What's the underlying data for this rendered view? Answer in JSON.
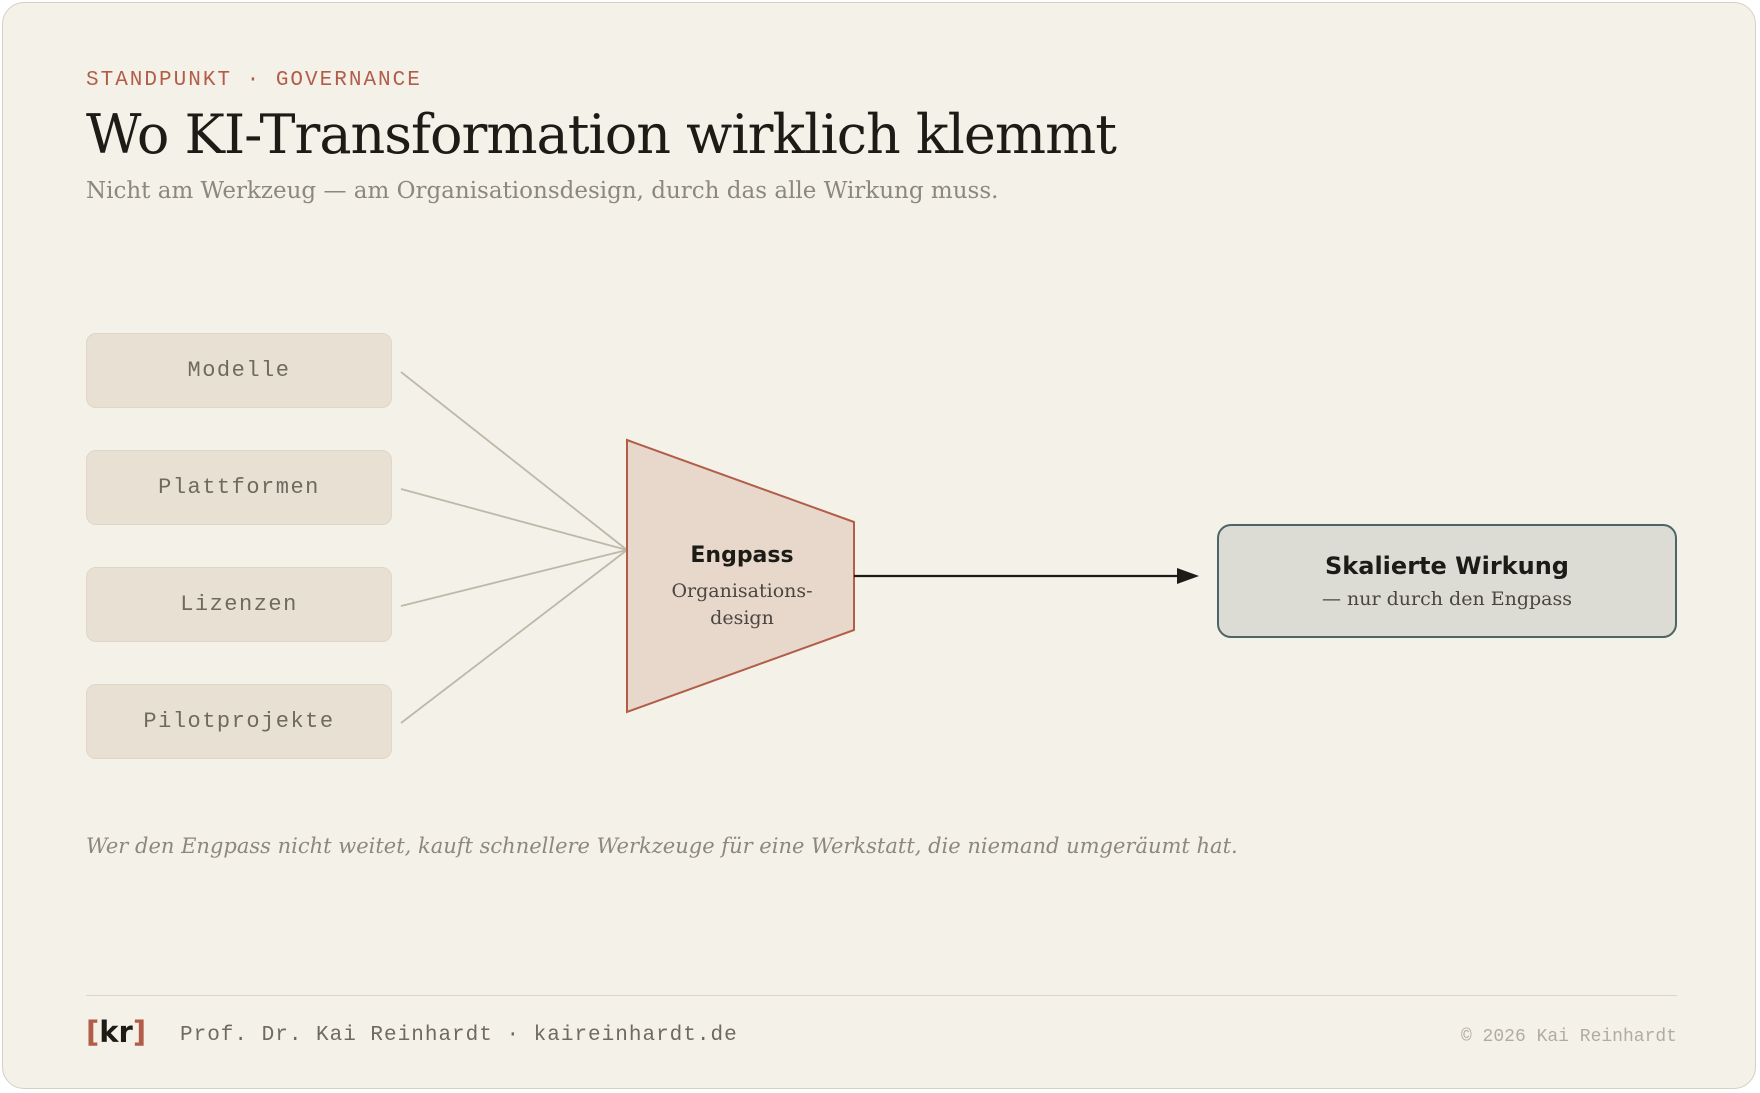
{
  "header": {
    "eyebrow": "STANDPUNKT · GOVERNANCE",
    "title": "Wo KI-Transformation wirklich klemmt",
    "subtitle": "Nicht am Werkzeug — am Organisationsdesign, durch das alle Wirkung muss."
  },
  "diagram": {
    "inputs": [
      "Modelle",
      "Plattformen",
      "Lizenzen",
      "Pilotprojekte"
    ],
    "bottleneck": {
      "title": "Engpass",
      "subtitle_line1": "Organisations-",
      "subtitle_line2": "design"
    },
    "result": {
      "title": "Skalierte Wirkung",
      "subtitle": "— nur durch den Engpass"
    }
  },
  "quote": "Wer den Engpass nicht weitet, kauft schnellere Werkzeuge für eine Werkstatt, die niemand umgeräumt hat.",
  "footer": {
    "logo_open": "[",
    "logo_text": "kr",
    "logo_close": "]",
    "author": "Prof. Dr. Kai Reinhardt · kaireinhardt.de",
    "copyright": "© 2026 Kai Reinhardt"
  },
  "colors": {
    "background": "#f4f1e9",
    "accent": "#b25d48",
    "input_fill": "#e8e0d3",
    "bottleneck_fill": "#e8d8cc",
    "result_fill": "#dddcd4",
    "result_border": "#4d6566",
    "connector": "#bdb9a8",
    "arrow": "#1d1b16"
  }
}
